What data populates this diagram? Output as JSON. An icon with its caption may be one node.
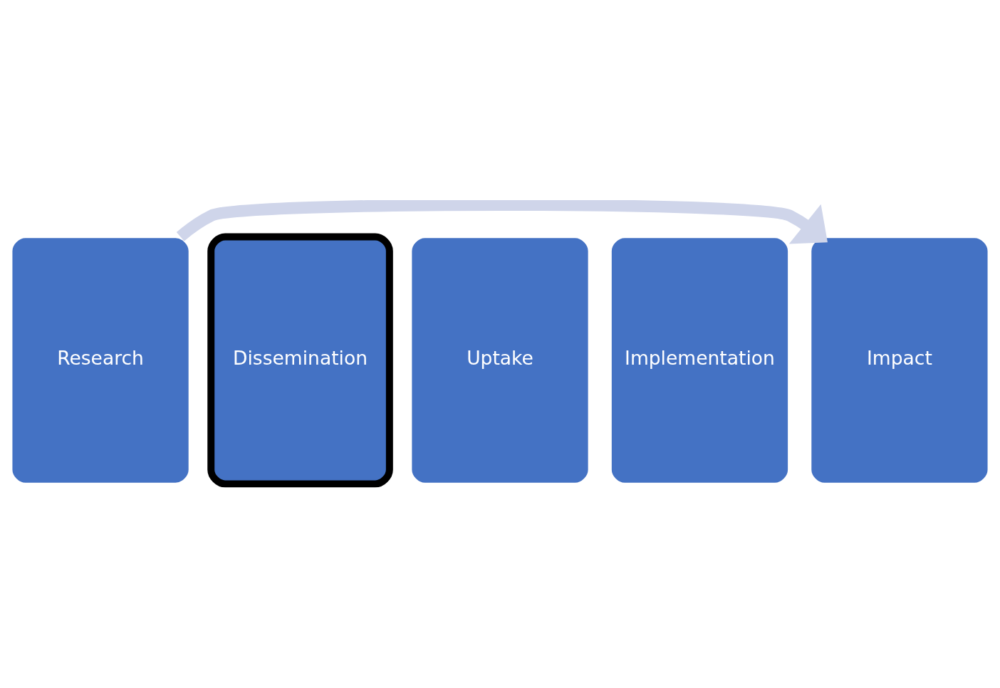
{
  "diagram": {
    "nodes": [
      {
        "text": [
          "Research"
        ]
      },
      {
        "text": [
          "Dissemination"
        ]
      },
      {
        "text": [
          "Uptake"
        ]
      },
      {
        "text": [
          "Implementation"
        ]
      },
      {
        "text": [
          "Impact"
        ]
      }
    ],
    "edges": [
      {
        "from": 0,
        "to": 4,
        "arrow": "to",
        "color": "#cfd5ea"
      }
    ]
  }
}
